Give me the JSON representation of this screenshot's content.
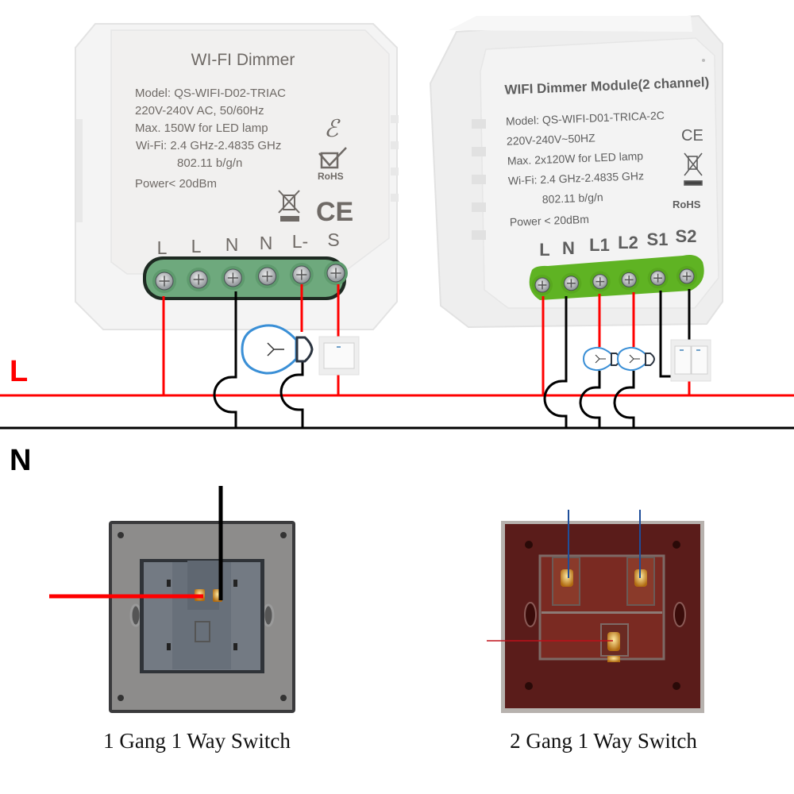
{
  "colors": {
    "live_wire": "#ff0000",
    "neutral_wire": "#000000",
    "switch_wire_2gang": "#1f4e9a",
    "terminal_green_1": "#6ea97d",
    "terminal_green_2": "#5fb323",
    "bulb_outline": "#3a8fd6"
  },
  "bus_labels": {
    "live": "L",
    "neutral": "N"
  },
  "module_1": {
    "title": "WI-FI Dimmer",
    "spec_lines": [
      "Model: QS-WIFI-D02-TRIAC",
      "220V-240V AC, 50/60Hz",
      "Max. 150W for LED lamp",
      "Wi-Fi: 2.4 GHz-2.4835 GHz",
      "802.11 b/g/n",
      "Power< 20dBm"
    ],
    "marks": {
      "rohs": "RoHS",
      "ce": "CE",
      "e_mark": "ℰ"
    },
    "terminals": [
      "L",
      "L",
      "N",
      "N",
      "L-",
      "S"
    ]
  },
  "module_2": {
    "title": "WIFI Dimmer Module(2 channel)",
    "spec_lines": [
      "Model: QS-WIFI-D01-TRICA-2C",
      "220V-240V~50HZ",
      "Max. 2x120W for LED lamp",
      "Wi-Fi: 2.4 GHz-2.4835 GHz",
      "802.11 b/g/n",
      "Power < 20dBm"
    ],
    "marks": {
      "rohs": "RoHS",
      "ce": "CE"
    },
    "terminals": [
      "L",
      "N",
      "L1",
      "L2",
      "S1",
      "S2"
    ]
  },
  "switches": [
    {
      "caption": "1 Gang 1 Way Switch"
    },
    {
      "caption": "2 Gang 1 Way Switch"
    }
  ]
}
